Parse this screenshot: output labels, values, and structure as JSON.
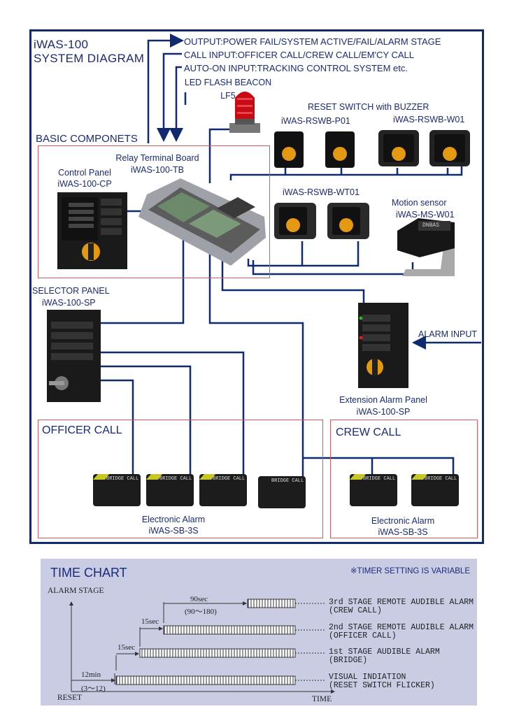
{
  "diagram": {
    "title_line1": "iWAS-100",
    "title_line2": "SYSTEM DIAGRAM",
    "output_line": "OUTPUT:POWER FAIL/SYSTEM ACTIVE/FAIL/ALARM STAGE",
    "call_input_line": "CALL INPUT:OFFICER CALL/CREW CALL/EM'CY CALL",
    "auto_on_line": "AUTO-ON INPUT:TRACKING CONTROL SYSTEM etc.",
    "beacon_line1": "LED FLASH BEACON",
    "beacon_line2": "LF5",
    "reset_switch_title": "RESET SWITCH with BUZZER",
    "rswb_p01": "iWAS-RSWB-P01",
    "rswb_w01": "iWAS-RSWB-W01",
    "rswb_wt01": "iWAS-RSWB-WT01",
    "motion_line1": "Motion sensor",
    "motion_line2": "iWAS-MS-W01",
    "basic_components": "BASIC COMPONETS",
    "relay_line1": "Relay Terminal Board",
    "relay_line2": "iWAS-100-TB",
    "control_line1": "Control Panel",
    "control_line2": "iWAS-100-CP",
    "selector_line1": "SELECTOR PANEL",
    "selector_line2": "iWAS-100-SP",
    "alarm_input": "ALARM INPUT",
    "ext_line1": "Extension Alarm Panel",
    "ext_line2": "iWAS-100-SP",
    "officer_call": "OFFICER CALL",
    "crew_call": "CREW CALL",
    "ea_officer_line1": "Electronic Alarm",
    "ea_officer_line2": "iWAS-SB-3S",
    "ea_crew_line1": "Electronic Alarm",
    "ea_crew_line2": "iWAS-SB-3S",
    "bridge_call": "BRIDGE CALL",
    "brand": "DNBAS"
  },
  "time_chart": {
    "title": "TIME CHART",
    "note": "※TIMER SETTING IS VARIABLE",
    "y_axis": "ALARM STAGE",
    "x_start": "RESET",
    "x_end": "TIME",
    "t1": "12min",
    "t1_range": "(3～12)",
    "t2": "15sec",
    "t3": "15sec",
    "t4": "90sec",
    "t4_range": "(90～180)",
    "stage3_line1": "3rd STAGE REMOTE AUDIBLE ALARM",
    "stage3_line2": "(CREW CALL)",
    "stage2_line1": "2nd STAGE REMOTE AUDIBLE ALARM",
    "stage2_line2": "(OFFICER CALL)",
    "stage1_line1": "1st STAGE AUDIBLE ALARM",
    "stage1_line2": "(BRIDGE)",
    "visual_line1": "VISUAL INDIATION",
    "visual_line2": "(RESET SWITCH FLICKER)"
  },
  "colors": {
    "frame": "#0f2a6e",
    "wire": "#0f2a6e",
    "red_box": "#d65a5a",
    "chart_bg": "#c9cce2",
    "beacon": "#c80a14"
  }
}
